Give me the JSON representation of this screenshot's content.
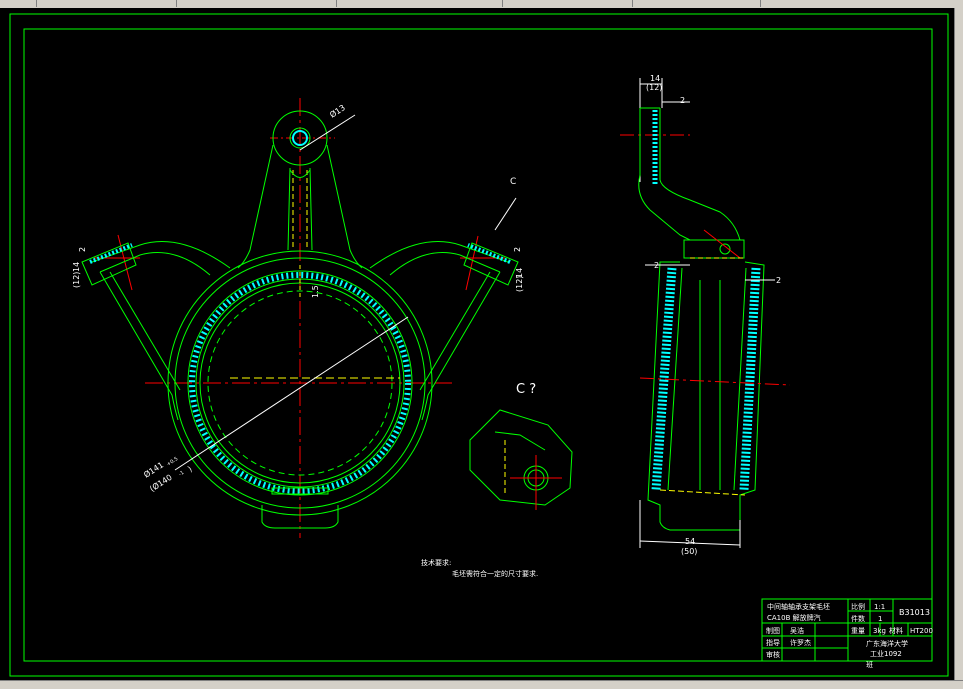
{
  "drawing": {
    "title_block": {
      "part_name_line1": "中间轴轴承支架毛坯",
      "part_name_line2": "CA10B 解放牌汽",
      "scale_label": "比例",
      "scale_value": "1:1",
      "qty_label": "件数",
      "qty_value": "1",
      "drawing_no": "B31013",
      "drawn_label": "制图",
      "drawn_name": "吴浩",
      "weight_label": "重量",
      "weight_value": "3kg",
      "material_label": "材料",
      "material_value": "HT200",
      "guide_label": "指导",
      "guide_name": "许罗杰",
      "review_label": "审核",
      "school_line1": "广东海洋大学",
      "school_line2": "工业1092",
      "class_suffix": "班"
    },
    "notes": {
      "heading": "技术要求:",
      "line1": "毛坯需符合一定的尺寸要求."
    },
    "dimensions": {
      "hole_dia": "Ø13",
      "left_top": "2",
      "left_a": "14",
      "left_b": "(12)",
      "right_top": "2",
      "right_a": "14",
      "right_b": "(12)",
      "center_wall": "1.5",
      "bore_dia_1": "Ø141",
      "bore_dia_tol": "+0.5",
      "bore_dia_2": "(Ø140",
      "bore_dia_2_tol": "-1",
      "bore_dia_2_close": ")",
      "section_top_a": "14",
      "section_top_b": "(12)",
      "section_top_side": "2",
      "section_left": "2",
      "section_right": "2",
      "section_bottom_a": "54",
      "section_bottom_b": "(50)"
    },
    "view_labels": {
      "cut_label": "C",
      "view_c_title": "C ?"
    },
    "colors": {
      "outline": "#00ff00",
      "centerline": "#ff0000",
      "hidden": "#ffff00",
      "hatch": "#00ffff",
      "dimension": "#ffffff"
    }
  }
}
